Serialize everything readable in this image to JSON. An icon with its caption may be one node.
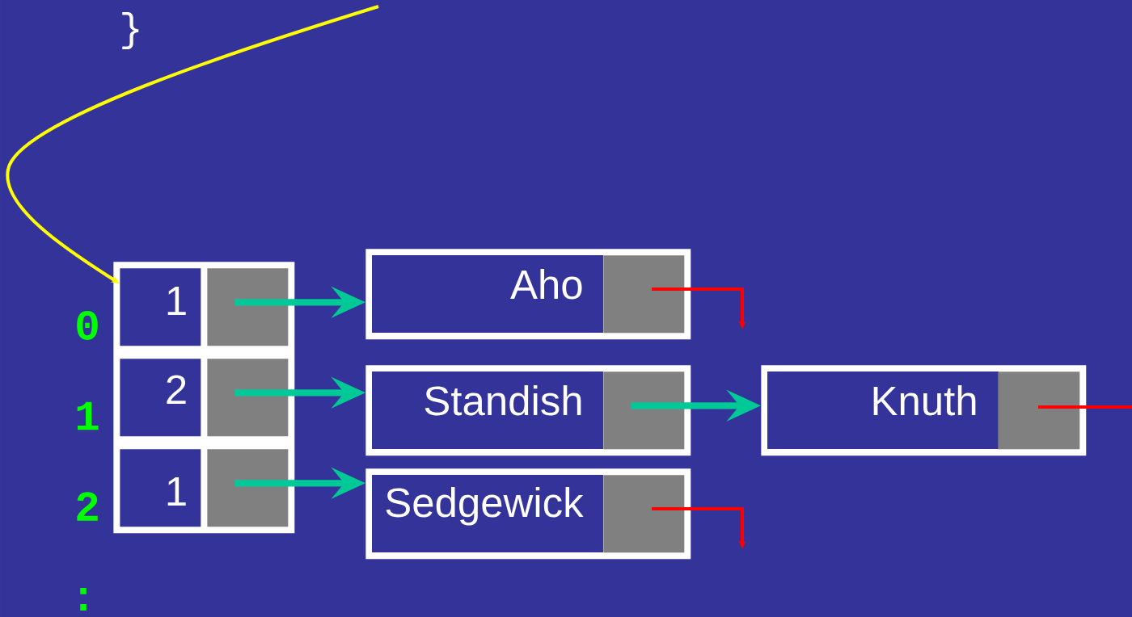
{
  "diagram": {
    "nodes": [
      {
        "text": [],
        "shape": "box"
      },
      {
        "text": [
          "1"
        ],
        "in": 0
      },
      {
        "text": [],
        "shape": "box",
        "in": 0
      },
      {
        "text": [
          "2"
        ],
        "in": 0
      },
      {
        "text": [],
        "shape": "box",
        "in": 0
      },
      {
        "text": [
          "1"
        ],
        "in": 0
      },
      {
        "text": [],
        "shape": "box",
        "in": 0
      },
      {
        "text": [
          "Aho"
        ]
      },
      {
        "text": [],
        "shape": "box",
        "in": 7
      },
      {
        "text": [
          "Standish"
        ]
      },
      {
        "text": [],
        "shape": "box",
        "in": 9
      },
      {
        "text": [
          "Knuth"
        ]
      },
      {
        "text": [],
        "shape": "box",
        "in": 11
      },
      {
        "text": [
          "Sedgewick"
        ]
      },
      {
        "text": [],
        "shape": "box",
        "in": 13
      }
    ],
    "edges": [
      {
        "from": null,
        "to": 1,
        "arrow": "to",
        "color": "#ffff00"
      },
      {
        "from": 2,
        "to": 7,
        "arrow": "to",
        "style": "thick"
      },
      {
        "from": 4,
        "to": 9,
        "arrow": "to",
        "style": "thick"
      },
      {
        "from": 6,
        "to": 13,
        "arrow": "to",
        "style": "thick"
      },
      {
        "from": 10,
        "to": 11,
        "arrow": "to",
        "style": "thick"
      },
      {
        "from": 8,
        "to": null,
        "arrow": "to",
        "color": "#ff0000"
      },
      {
        "from": 12,
        "to": null,
        "arrow": "none",
        "color": "#ff0000"
      },
      {
        "from": 14,
        "to": null,
        "arrow": "to",
        "color": "#ff0000"
      }
    ],
    "labels": [
      "}",
      "0",
      "1",
      "2",
      ":"
    ]
  }
}
